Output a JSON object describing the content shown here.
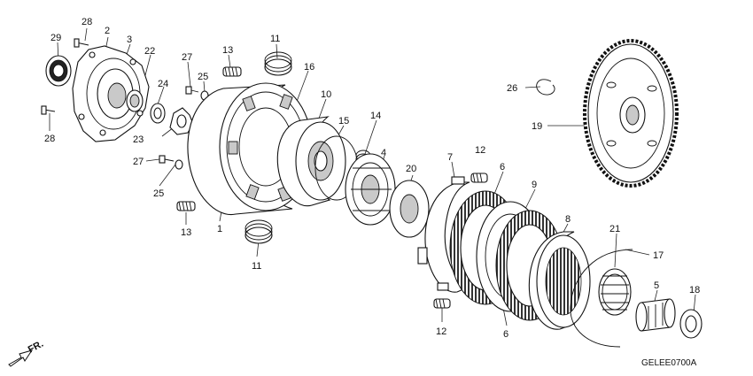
{
  "callouts": [
    "29",
    "28",
    "2",
    "3",
    "22",
    "27",
    "25",
    "13",
    "11",
    "16",
    "10",
    "15",
    "14",
    "24",
    "23",
    "27",
    "25",
    "13",
    "1",
    "11",
    "4",
    "20",
    "7",
    "12",
    "6",
    "9",
    "8",
    "21",
    "17",
    "5",
    "18",
    "12",
    "6",
    "26",
    "19",
    "28"
  ],
  "diagram_code": "GELEE0700A",
  "direction_label": "FR."
}
